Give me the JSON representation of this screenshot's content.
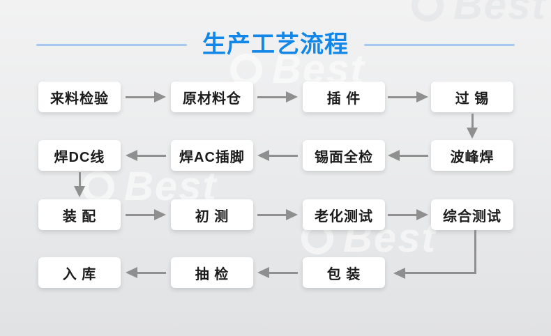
{
  "title": {
    "text": "生产工艺流程"
  },
  "colors": {
    "title_blue": "#1287e8",
    "divider_blue": "#a6c9ef",
    "arrow_gray": "#8f8f8f",
    "box_bg": "#ffffff",
    "box_text": "#1c1c1c",
    "background_top": "#f2f2f3",
    "background_bottom": "#e1e2e4"
  },
  "watermark": {
    "text": "Best"
  },
  "icons": {
    "arrow_right": "arrow-right-icon",
    "arrow_left": "arrow-left-icon",
    "arrow_down": "arrow-down-icon",
    "elbow": "elbow-connector"
  },
  "flow": {
    "rows": [
      {
        "direction": "right",
        "boxes": [
          "来料检验",
          "原材料仓",
          "插 件",
          "过 锡"
        ]
      },
      {
        "direction": "left",
        "boxes": [
          "焊DC线",
          "焊AC插脚",
          "锡面全检",
          "波峰焊"
        ]
      },
      {
        "direction": "right",
        "boxes": [
          "装 配",
          "初 测",
          "老化测试",
          "综合测试"
        ]
      },
      {
        "direction": "left",
        "boxes": [
          "入 库",
          "抽 检",
          "包 装"
        ]
      }
    ],
    "connectors": [
      {
        "from": "过 锡",
        "to": "波峰焊",
        "type": "down"
      },
      {
        "from": "焊DC线",
        "to": "装 配",
        "type": "down"
      },
      {
        "from": "综合测试",
        "to": "包 装",
        "type": "down-then-left"
      }
    ]
  }
}
